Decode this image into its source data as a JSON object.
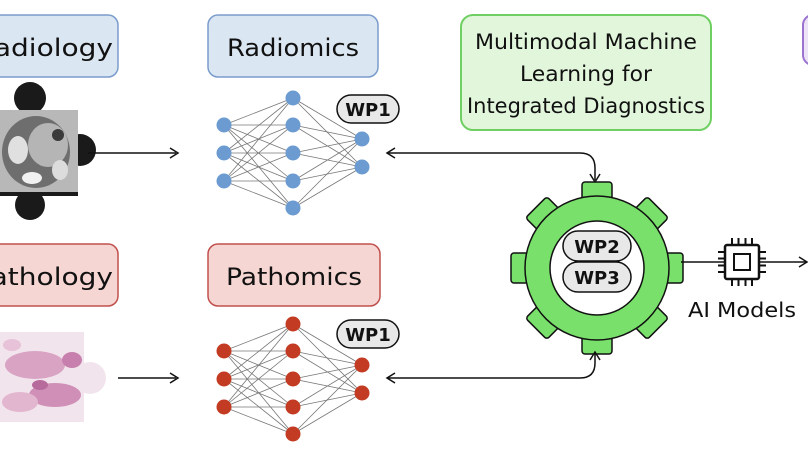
{
  "labels": {
    "radiology": "Radiology",
    "radiomics": "Radiomics",
    "pathology": "Pathology",
    "pathomics": "Pathomics",
    "mml_line1": "Multimodal Machine",
    "mml_line2": "Learning for",
    "mml_line3": "Integrated Diagnostics",
    "ai_models": "AI Models"
  },
  "work_packages": {
    "radiomics_wp": "WP1",
    "pathomics_wp": "WP1",
    "gear_wp_top": "WP2",
    "gear_wp_bottom": "WP3"
  },
  "colors": {
    "blue_fill": "#dbe6f3",
    "blue_stroke": "#7a9ccc",
    "node_blue": "#6b9bd0",
    "red_fill": "#f6d6d2",
    "red_stroke": "#c0504d",
    "node_red": "#c23b22",
    "green_fill": "#e2f6dc",
    "green_stroke": "#6fcf63",
    "gear_green": "#79e06c",
    "purple_stroke": "#9b72d0",
    "wp_fill": "#e8e8e8"
  }
}
